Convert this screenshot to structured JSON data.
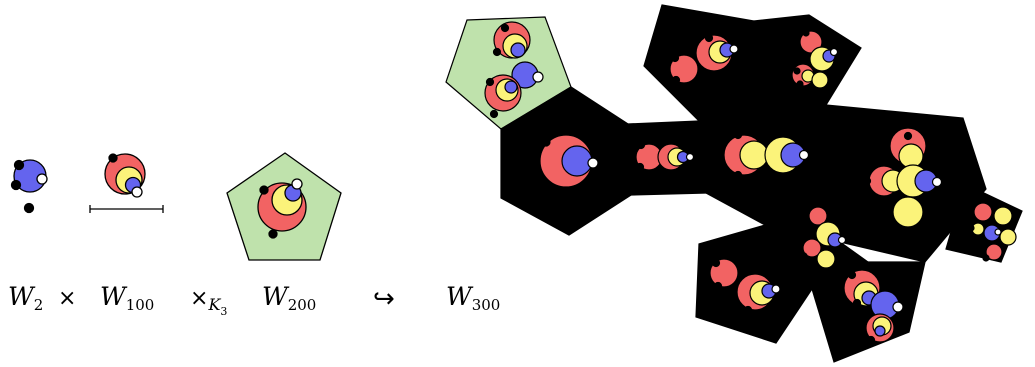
{
  "palette": {
    "red": "#f26363",
    "yellow": "#fbf37a",
    "blue": "#6464ee",
    "green": "#bfe2ac",
    "black": "#000000",
    "white": "#ffffff"
  },
  "equation": {
    "w2_base": "W",
    "w2_sub": "2",
    "times1": "×",
    "w100_base": "W",
    "w100_sub": "100",
    "times_k": "×",
    "k_base": "K",
    "k_sub": "3",
    "w200_base": "W",
    "w200_sub": "200",
    "hookarrow": "↪",
    "w300_base": "W",
    "w300_sub": "300"
  }
}
